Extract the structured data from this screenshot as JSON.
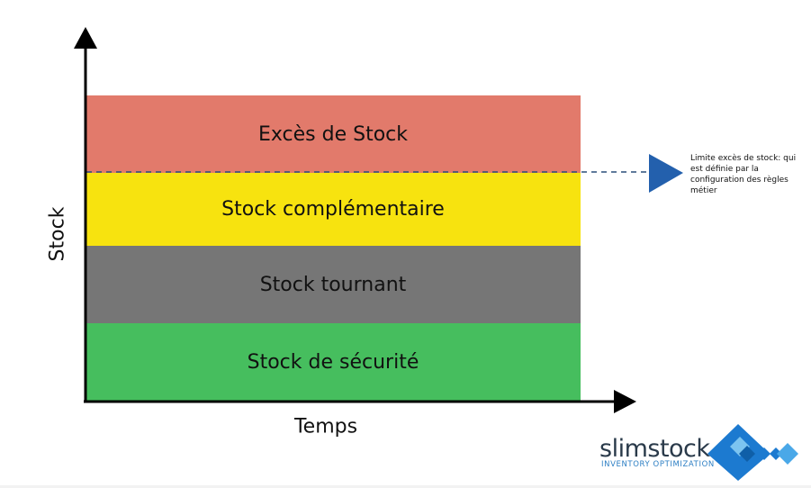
{
  "diagram": {
    "bands": [
      {
        "id": "excess",
        "label": "Excès de Stock",
        "color": "#e27a6b"
      },
      {
        "id": "complementary",
        "label": "Stock complémentaire",
        "color": "#f7e30f"
      },
      {
        "id": "cycle",
        "label": "Stock tournant",
        "color": "#767676"
      },
      {
        "id": "safety",
        "label": "Stock de sécurité",
        "color": "#46be5e"
      }
    ],
    "y_axis_label": "Stock",
    "x_axis_label": "Temps",
    "annotation": "Limite excès de stock: qui est définie par la configuration des règles métier",
    "marker_color": "#2360ad",
    "dashed_line_color": "#2a4f7a"
  },
  "logo": {
    "wordmark": "slimstock",
    "tagline": "INVENTORY OPTIMIZATION",
    "color_primary": "#1c7ad0",
    "color_light": "#4aa8e8"
  }
}
